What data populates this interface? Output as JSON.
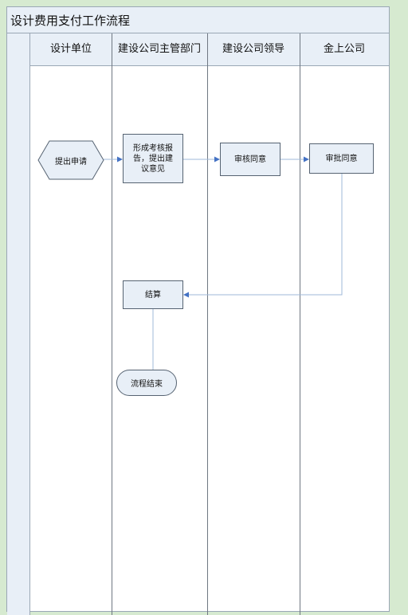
{
  "title": "设计费用支付工作流程",
  "lanes": [
    {
      "label": "设计单位"
    },
    {
      "label": "建设公司主管部门"
    },
    {
      "label": "建设公司领导"
    },
    {
      "label": "金上公司"
    }
  ],
  "nodes": {
    "start": "提出申请",
    "report": "形成考核报告，提出建议意见",
    "review": "审核同意",
    "approve": "审批同意",
    "settle": "结算",
    "end": "流程结束"
  },
  "colors": {
    "background": "#d6ead0",
    "lane_fill": "#e8eff7",
    "node_border": "#566372",
    "connector": "#4472c4"
  }
}
